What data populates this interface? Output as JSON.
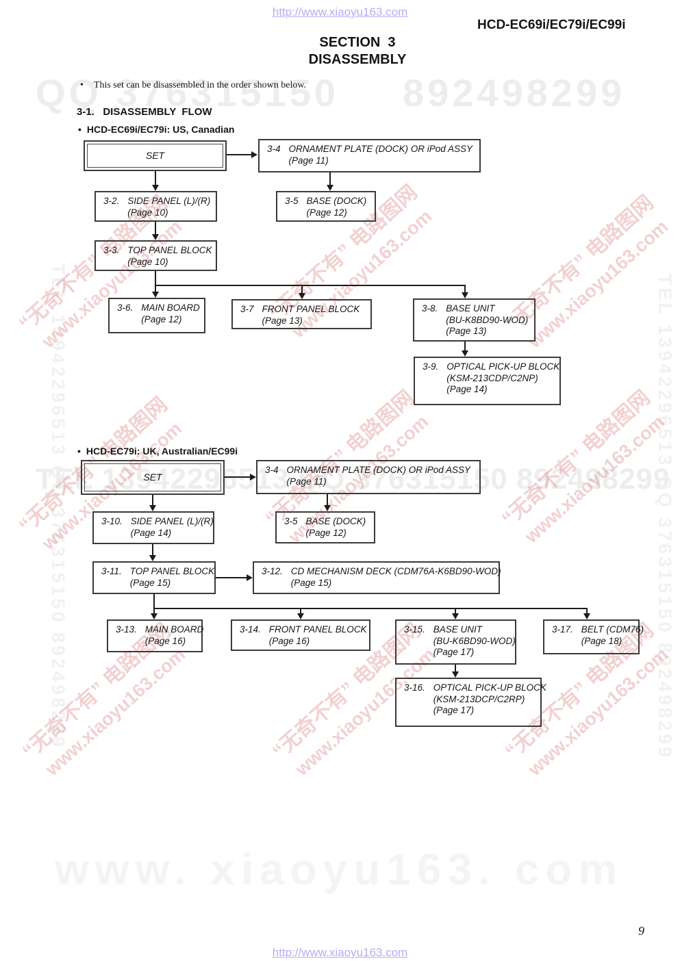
{
  "page": {
    "top_url": "http://www.xiaoyu163.com",
    "bottom_url": "http://www.xiaoyu163.com",
    "model_header": "HCD-EC69i/EC79i/EC99i",
    "section_title_line1": "SECTION  3",
    "section_title_line2": "DISASSEMBLY",
    "bullet_char": "•",
    "intro_bullet": "This set can be disassembled in the order shown below.",
    "flow_heading": "3-1.   DISASSEMBLY  FLOW",
    "page_number": "9"
  },
  "watermarks": {
    "top_left": "QQ 376315150",
    "top_right": "892498299",
    "middle": "TEL 13942296513 QQ 376315150 892498299",
    "vertical_left": "TEL 13942296513 QQ 376315150 892498299",
    "vertical_right": "TEL 13942296513 QQ 376315150 892498299",
    "bottom_big": "www. xiaoyu163. com",
    "red_line1": "“无奇不有” 电路图网",
    "red_line2": "www.xiaoyu163.com"
  },
  "colors": {
    "link": "#b1aef2",
    "text": "#151515",
    "watermark_gray": "#ededed",
    "watermark_red": "#d87878"
  },
  "flow_us": {
    "heading": "HCD-EC69i/EC79i: US, Canadian",
    "set": {
      "label": "SET"
    },
    "b34": {
      "num": "3-4",
      "title": "ORNAMENT PLATE (DOCK) OR iPod ASSY",
      "page": "(Page 11)"
    },
    "b32": {
      "num": "3-2.",
      "title": "SIDE PANEL (L)/(R)",
      "page": "(Page 10)"
    },
    "b35": {
      "num": "3-5",
      "title": "BASE (DOCK)",
      "page": "(Page 12)"
    },
    "b33": {
      "num": "3-3.",
      "title": "TOP PANEL BLOCK",
      "page": "(Page 10)"
    },
    "b36": {
      "num": "3-6.",
      "title": "MAIN BOARD",
      "page": "(Page 12)"
    },
    "b37": {
      "num": "3-7",
      "title": "FRONT PANEL BLOCK",
      "page": "(Page 13)"
    },
    "b38": {
      "num": "3-8.",
      "title": "BASE UNIT",
      "model": "(BU-K8BD90-WOD)",
      "page": "(Page 13)"
    },
    "b39": {
      "num": "3-9.",
      "title": "OPTICAL PICK-UP BLOCK",
      "model": "(KSM-213CDP/C2NP)",
      "page": "(Page 14)"
    }
  },
  "flow_uk": {
    "heading": "HCD-EC79i: UK, Australian/EC99i",
    "set": {
      "label": "SET"
    },
    "b34": {
      "num": "3-4",
      "title": "ORNAMENT PLATE (DOCK) OR iPod ASSY",
      "page": "(Page 11)"
    },
    "b35": {
      "num": "3-5",
      "title": "BASE (DOCK)",
      "page": "(Page 12)"
    },
    "b310": {
      "num": "3-10.",
      "title": "SIDE PANEL (L)/(R)",
      "page": "(Page 14)"
    },
    "b311": {
      "num": "3-11.",
      "title": "TOP PANEL BLOCK",
      "page": "(Page 15)"
    },
    "b312": {
      "num": "3-12.",
      "title": "CD MECHANISM DECK (CDM76A-K6BD90-WOD)",
      "page": "(Page 15)"
    },
    "b313": {
      "num": "3-13.",
      "title": "MAIN BOARD",
      "page": "(Page 16)"
    },
    "b314": {
      "num": "3-14.",
      "title": "FRONT PANEL BLOCK",
      "page": "(Page 16)"
    },
    "b315": {
      "num": "3-15.",
      "title": "BASE UNIT",
      "model": "(BU-K6BD90-WOD)",
      "page": "(Page 17)"
    },
    "b316": {
      "num": "3-16.",
      "title": "OPTICAL PICK-UP BLOCK",
      "model": "(KSM-213DCP/C2RP)",
      "page": "(Page 17)"
    },
    "b317": {
      "num": "3-17.",
      "title": "BELT (CDM76)",
      "page": "(Page 18)"
    }
  }
}
